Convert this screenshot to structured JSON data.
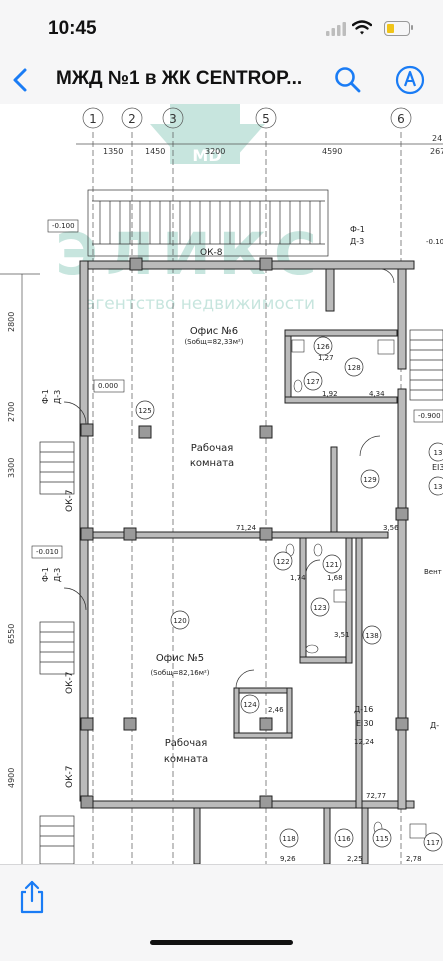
{
  "status_bar": {
    "time": "10:45",
    "icons": [
      "cellular-signal-icon",
      "wifi-icon",
      "battery-icon"
    ]
  },
  "nav": {
    "title": "МЖД №1 в ЖК CENTROP...",
    "back_icon": "chevron-left-icon",
    "search_icon": "search-icon",
    "markup_icon": "markup-pen-icon",
    "accent": "#1a7cf5"
  },
  "watermark": {
    "brand": "ЭЛИКС",
    "subtitle": "агентство недвижимости",
    "logo_text": "MD"
  },
  "plan": {
    "axes": [
      "1",
      "2",
      "3",
      "5",
      "6"
    ],
    "dims_top": [
      "1350",
      "1450",
      "3200",
      "4590",
      "24",
      "267"
    ],
    "dims_left": [
      "2800",
      "2700",
      "3300",
      "6550",
      "4900"
    ],
    "levels": [
      "-0.100",
      "0.000",
      "-0.010",
      "-0.900",
      "-0.10"
    ],
    "doors": [
      "Ф-1",
      "Д-3",
      "Ф-1",
      "Д-3",
      "Ф-1",
      "Д-3",
      "Д-",
      "Д-",
      "Д-16",
      "EI30",
      "EI3"
    ],
    "windows": [
      "ОК-8",
      "ОК-7",
      "ОК-7",
      "ОК-7"
    ],
    "office6": {
      "name": "Офис №6",
      "area": "(Sобщ=82,33м²)"
    },
    "office5": {
      "name": "Офис №5",
      "area": "(Sобщ=82,16м²)"
    },
    "room_label_1": "Рабочая",
    "room_label_2": "комната",
    "rooms": [
      "125",
      "126",
      "127",
      "128",
      "129",
      "120",
      "121",
      "122",
      "123",
      "124",
      "138",
      "118",
      "116",
      "115",
      "117",
      "13",
      "13"
    ],
    "areas": [
      "1,27",
      "1,92",
      "4,34",
      "71,24",
      "3,56",
      "1,74",
      "1,68",
      "3,51",
      "2,46",
      "12,24",
      "72,77",
      "9,26",
      "2,25",
      "2,78"
    ],
    "misc": [
      "Вент"
    ]
  },
  "toolbar": {
    "share_icon": "share-icon"
  }
}
